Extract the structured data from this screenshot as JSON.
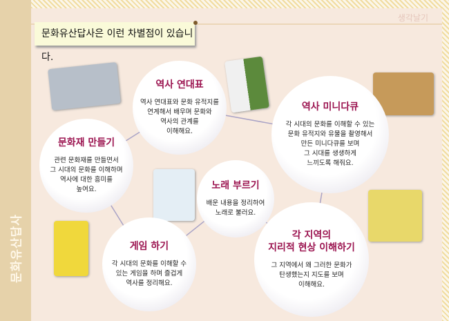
{
  "sidebar": {
    "label": "문화유산답사"
  },
  "header": {
    "corner_label": "생각날기",
    "title": "문화유산답사은 이런 차별점이 있습니다."
  },
  "nodes": [
    {
      "title": "역사 연대표",
      "desc": "역사 연대표와 문화 유적지를\n연계해서 배우며 문화와\n역사의 관계를\n이해해요."
    },
    {
      "title": "역사 미니다큐",
      "desc": "각 시대의 문화를 이해할 수 있는\n문화 유적지와 유물을 촬영해서\n만든 미니다큐를 보며\n그 시대를 생생하게\n느끼도록 해줘요."
    },
    {
      "title": "문화재 만들기",
      "desc": "관련 문화재를 만들면서\n그 시대의 문화를 이해하며\n역사에 대한 흥미를\n높여요."
    },
    {
      "title": "노래 부르기",
      "desc": "배운 내용을 정리하여\n노래로 불러요."
    },
    {
      "title": "게임 하기",
      "desc": "각 시대의 문화를 이해할 수\n있는 게임을 하며 즐겁게\n역사를 정리해요."
    },
    {
      "title": "각 지역의\n지리적 현상 이해하기",
      "desc": "그 지역에서 왜 그러한 문화가\n탄생했는지 지도를 보며\n이해해요."
    }
  ]
}
